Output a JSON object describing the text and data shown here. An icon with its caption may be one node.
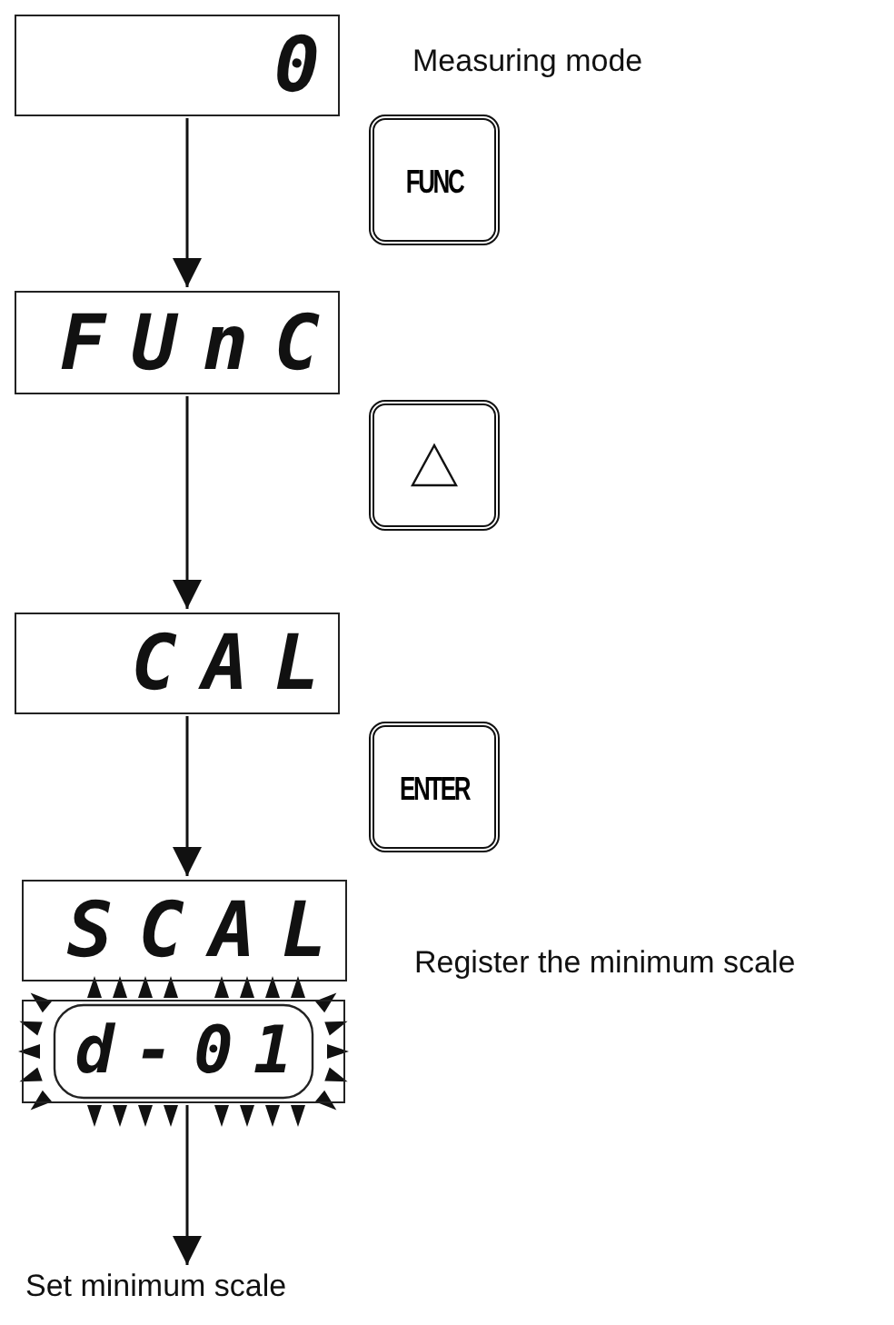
{
  "diagram": {
    "nodes": [
      {
        "text": [
          "0"
        ]
      },
      {
        "text": [
          "FUNC"
        ]
      },
      {
        "text": [
          "FUnC"
        ]
      },
      {
        "text": [],
        "shape": "box"
      },
      {
        "text": [
          "CAL"
        ]
      },
      {
        "text": [
          "ENTER"
        ]
      },
      {
        "text": [
          "SCAL"
        ],
        "beside": [
          "Register the minimum scale"
        ]
      },
      {
        "text": [
          "d-01"
        ]
      },
      {
        "text": [
          "Set minimum scale"
        ]
      }
    ],
    "edges": [
      {
        "from": 0,
        "to": 2,
        "arrow": "to"
      },
      {
        "from": 2,
        "to": 4,
        "arrow": "to"
      },
      {
        "from": 4,
        "to": 6,
        "arrow": "to"
      },
      {
        "from": 7,
        "to": 8,
        "arrow": "to"
      }
    ],
    "labels": [
      "Measuring mode"
    ]
  }
}
